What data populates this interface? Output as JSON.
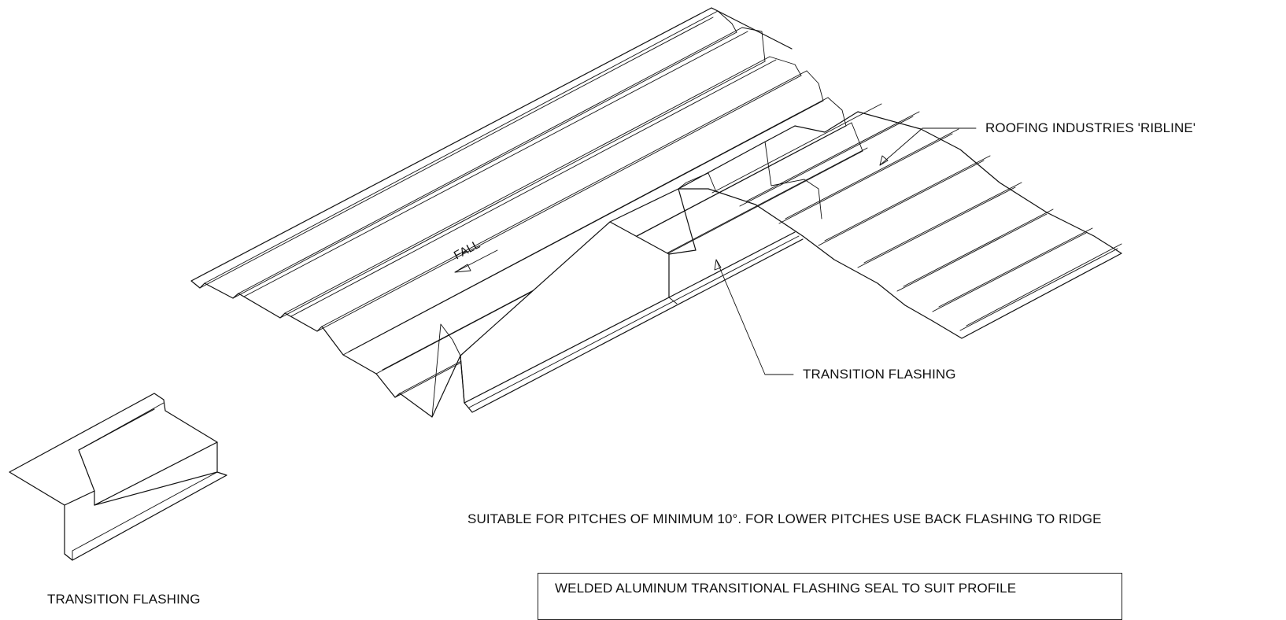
{
  "labels": {
    "ribline": "ROOFING INDUSTRIES 'RIBLINE'",
    "transition_main": "TRANSITION FLASHING",
    "transition_detail": "TRANSITION FLASHING",
    "fall": "FALL",
    "pitch_note": "SUITABLE FOR PITCHES OF MINIMUM 10°. FOR LOWER PITCHES USE BACK FLASHING TO RIDGE",
    "box_note": "WELDED ALUMINUM TRANSITIONAL FLASHING SEAL TO SUIT PROFILE"
  },
  "colors": {
    "line": "#111111",
    "background": "#ffffff"
  }
}
